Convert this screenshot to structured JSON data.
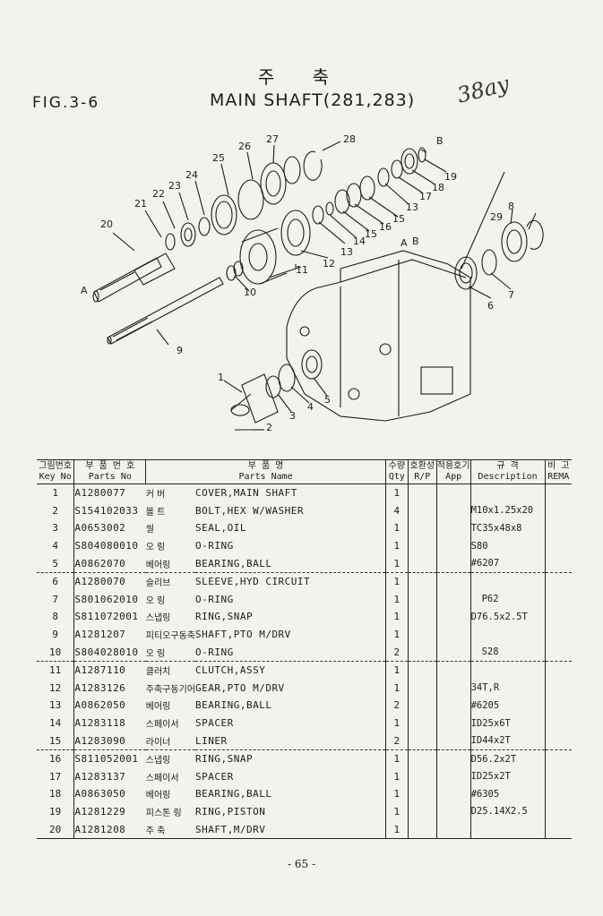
{
  "header": {
    "korean_title": "주 축",
    "fig_label": "FIG.3-6",
    "title": "MAIN SHAFT(281,283)",
    "handwritten_note": "38ay"
  },
  "diagram": {
    "callouts": [
      "1",
      "2",
      "3",
      "4",
      "5",
      "6",
      "7",
      "8",
      "9",
      "10",
      "11",
      "12",
      "13",
      "14",
      "15",
      "16",
      "17",
      "18",
      "19",
      "20",
      "21",
      "22",
      "23",
      "24",
      "25",
      "26",
      "27",
      "28",
      "29",
      "A",
      "B"
    ]
  },
  "table": {
    "headers": {
      "key_ko": "그림번호",
      "key_en": "Key No",
      "partno_ko": "부 품 번 호",
      "partno_en": "Parts No",
      "name_ko": "부 품 명",
      "name_en": "Parts Name",
      "qty_ko": "수량",
      "qty_en": "Qty",
      "rp_ko": "호환성",
      "rp_en": "R/P",
      "app_ko": "적용호기",
      "app_en": "App",
      "desc_ko": "규 격",
      "desc_en": "Description",
      "remark_ko": "비 고",
      "remark_en": "REMA"
    },
    "rows": [
      {
        "key": "1",
        "part": "A1280077",
        "kor": "커 버",
        "name": "COVER,MAIN SHAFT",
        "qty": "1",
        "desc": ""
      },
      {
        "key": "2",
        "part": "S154102033",
        "kor": "볼 트",
        "name": "BOLT,HEX W/WASHER",
        "qty": "4",
        "desc": "M10x1.25x20"
      },
      {
        "key": "3",
        "part": "A0653002",
        "kor": "씰",
        "name": "SEAL,OIL",
        "qty": "1",
        "desc": "TC35x48x8"
      },
      {
        "key": "4",
        "part": "S804080010",
        "kor": "오 링",
        "name": "O-RING",
        "qty": "1",
        "desc": "S80"
      },
      {
        "key": "5",
        "part": "A0862070",
        "kor": "베어링",
        "name": "BEARING,BALL",
        "qty": "1",
        "desc": "#6207"
      },
      {
        "key": "6",
        "part": "A1280070",
        "kor": "슬리브",
        "name": "SLEEVE,HYD CIRCUIT",
        "qty": "1",
        "desc": ""
      },
      {
        "key": "7",
        "part": "S801062010",
        "kor": "오 링",
        "name": "O-RING",
        "qty": "1",
        "desc": "P62"
      },
      {
        "key": "8",
        "part": "S811072001",
        "kor": "스냅링",
        "name": "RING,SNAP",
        "qty": "1",
        "desc": "D76.5x2.5T"
      },
      {
        "key": "9",
        "part": "A1281207",
        "kor": "피티오구동축",
        "name": "SHAFT,PTO M/DRV",
        "qty": "1",
        "desc": ""
      },
      {
        "key": "10",
        "part": "S804028010",
        "kor": "오 링",
        "name": "O-RING",
        "qty": "2",
        "desc": "S28"
      },
      {
        "key": "11",
        "part": "A1287110",
        "kor": "클러치",
        "name": "CLUTCH,ASSY",
        "qty": "1",
        "desc": ""
      },
      {
        "key": "12",
        "part": "A1283126",
        "kor": "주축구동기어",
        "name": "GEAR,PTO M/DRV",
        "qty": "1",
        "desc": "34T,R"
      },
      {
        "key": "13",
        "part": "A0862050",
        "kor": "베어링",
        "name": "BEARING,BALL",
        "qty": "2",
        "desc": "#6205"
      },
      {
        "key": "14",
        "part": "A1283118",
        "kor": "스페이서",
        "name": "SPACER",
        "qty": "1",
        "desc": "ID25x6T"
      },
      {
        "key": "15",
        "part": "A1283090",
        "kor": "라이너",
        "name": "LINER",
        "qty": "2",
        "desc": "ID44x2T"
      },
      {
        "key": "16",
        "part": "S811052001",
        "kor": "스냅링",
        "name": "RING,SNAP",
        "qty": "1",
        "desc": "D56.2x2T"
      },
      {
        "key": "17",
        "part": "A1283137",
        "kor": "스페이서",
        "name": "SPACER",
        "qty": "1",
        "desc": "ID25x2T"
      },
      {
        "key": "18",
        "part": "A0863050",
        "kor": "베어링",
        "name": "BEARING,BALL",
        "qty": "1",
        "desc": "#6305"
      },
      {
        "key": "19",
        "part": "A1281229",
        "kor": "피스톤 링",
        "name": "RING,PISTON",
        "qty": "1",
        "desc": "D25.14X2.5"
      },
      {
        "key": "20",
        "part": "A1281208",
        "kor": "주 축",
        "name": "SHAFT,M/DRV",
        "qty": "1",
        "desc": ""
      }
    ]
  },
  "footer": {
    "page_number": "- 65 -"
  }
}
